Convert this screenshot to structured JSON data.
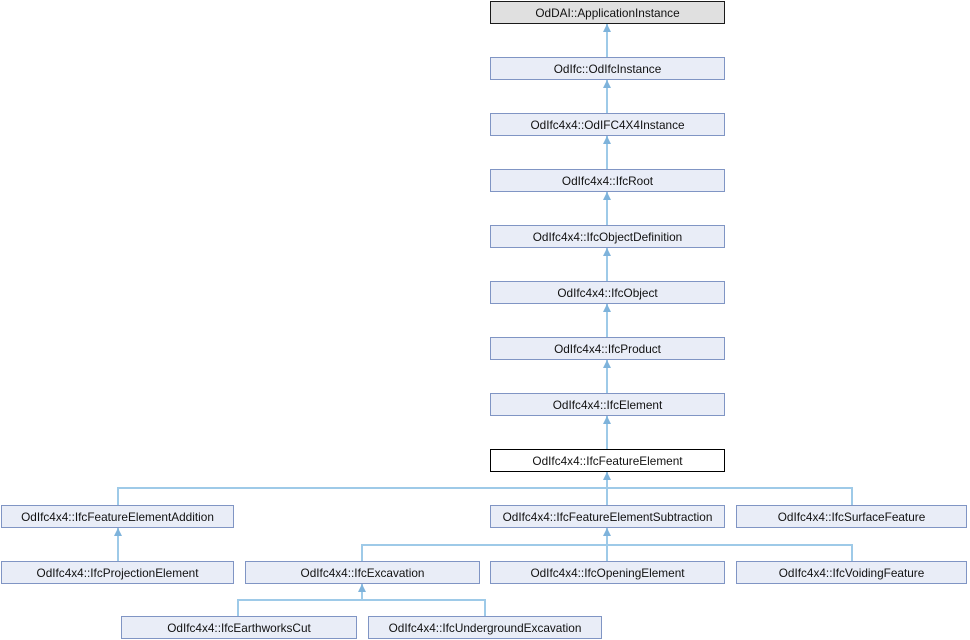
{
  "diagram": {
    "kind": "class-inheritance-graph",
    "focus_class": "OdIfc4x4::IfcFeatureElement",
    "nodes": [
      {
        "label": "OdDAI::ApplicationInstance",
        "style": "external"
      },
      {
        "label": "OdIfc::OdIfcInstance",
        "style": "class"
      },
      {
        "label": "OdIfc4x4::OdIFC4X4Instance",
        "style": "class"
      },
      {
        "label": "OdIfc4x4::IfcRoot",
        "style": "class"
      },
      {
        "label": "OdIfc4x4::IfcObjectDefinition",
        "style": "class"
      },
      {
        "label": "OdIfc4x4::IfcObject",
        "style": "class"
      },
      {
        "label": "OdIfc4x4::IfcProduct",
        "style": "class"
      },
      {
        "label": "OdIfc4x4::IfcElement",
        "style": "class"
      },
      {
        "label": "OdIfc4x4::IfcFeatureElement",
        "style": "current"
      },
      {
        "label": "OdIfc4x4::IfcFeatureElementAddition",
        "style": "class"
      },
      {
        "label": "OdIfc4x4::IfcFeatureElementSubtraction",
        "style": "class"
      },
      {
        "label": "OdIfc4x4::IfcSurfaceFeature",
        "style": "class"
      },
      {
        "label": "OdIfc4x4::IfcProjectionElement",
        "style": "class"
      },
      {
        "label": "OdIfc4x4::IfcExcavation",
        "style": "class"
      },
      {
        "label": "OdIfc4x4::IfcOpeningElement",
        "style": "class"
      },
      {
        "label": "OdIfc4x4::IfcVoidingFeature",
        "style": "class"
      },
      {
        "label": "OdIfc4x4::IfcEarthworksCut",
        "style": "class"
      },
      {
        "label": "OdIfc4x4::IfcUndergroundExcavation",
        "style": "class"
      }
    ],
    "edges": [
      {
        "from": "OdIfc::OdIfcInstance",
        "to": "OdDAI::ApplicationInstance"
      },
      {
        "from": "OdIfc4x4::OdIFC4X4Instance",
        "to": "OdIfc::OdIfcInstance"
      },
      {
        "from": "OdIfc4x4::IfcRoot",
        "to": "OdIfc4x4::OdIFC4X4Instance"
      },
      {
        "from": "OdIfc4x4::IfcObjectDefinition",
        "to": "OdIfc4x4::IfcRoot"
      },
      {
        "from": "OdIfc4x4::IfcObject",
        "to": "OdIfc4x4::IfcObjectDefinition"
      },
      {
        "from": "OdIfc4x4::IfcProduct",
        "to": "OdIfc4x4::IfcObject"
      },
      {
        "from": "OdIfc4x4::IfcElement",
        "to": "OdIfc4x4::IfcProduct"
      },
      {
        "from": "OdIfc4x4::IfcFeatureElement",
        "to": "OdIfc4x4::IfcElement"
      },
      {
        "from": "OdIfc4x4::IfcFeatureElementAddition",
        "to": "OdIfc4x4::IfcFeatureElement"
      },
      {
        "from": "OdIfc4x4::IfcFeatureElementSubtraction",
        "to": "OdIfc4x4::IfcFeatureElement"
      },
      {
        "from": "OdIfc4x4::IfcSurfaceFeature",
        "to": "OdIfc4x4::IfcFeatureElement"
      },
      {
        "from": "OdIfc4x4::IfcProjectionElement",
        "to": "OdIfc4x4::IfcFeatureElementAddition"
      },
      {
        "from": "OdIfc4x4::IfcExcavation",
        "to": "OdIfc4x4::IfcFeatureElementSubtraction"
      },
      {
        "from": "OdIfc4x4::IfcOpeningElement",
        "to": "OdIfc4x4::IfcFeatureElementSubtraction"
      },
      {
        "from": "OdIfc4x4::IfcVoidingFeature",
        "to": "OdIfc4x4::IfcFeatureElementSubtraction"
      },
      {
        "from": "OdIfc4x4::IfcEarthworksCut",
        "to": "OdIfc4x4::IfcExcavation"
      },
      {
        "from": "OdIfc4x4::IfcUndergroundExcavation",
        "to": "OdIfc4x4::IfcExcavation"
      }
    ],
    "colors": {
      "node_fill": "#E9EDF7",
      "node_border": "#8095C4",
      "external_node_fill": "#E0E0E0",
      "external_node_border": "#1a1a1a",
      "current_node_fill": "#ffffff",
      "current_node_border": "#000000",
      "edge_line": "#9ECAE8",
      "edge_arrowhead": "#7EB3DB",
      "background": "#ffffff"
    }
  }
}
